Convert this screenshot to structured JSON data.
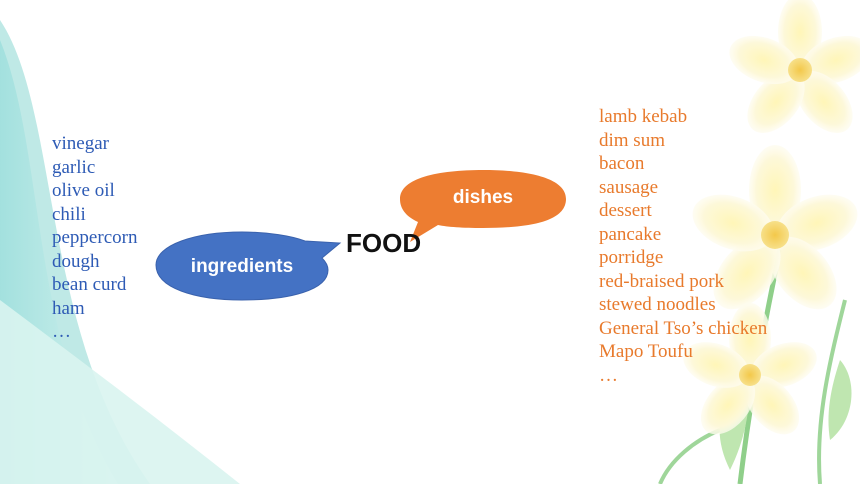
{
  "title": "FOOD",
  "bubbles": {
    "dishes": "dishes",
    "ingredients": "ingredients"
  },
  "ingredients": [
    "vinegar",
    "garlic",
    "olive oil",
    "chili",
    "peppercorn",
    "dough",
    "bean curd",
    "ham",
    "…"
  ],
  "dishes": [
    "lamb kebab",
    "dim sum",
    "bacon",
    "sausage",
    "dessert",
    "pancake",
    "porridge",
    "red-braised pork",
    "stewed noodles",
    "General Tso’s chicken",
    "Mapo Toufu",
    "…"
  ],
  "colors": {
    "ingredients_text": "#2e5bb5",
    "dishes_text": "#e87a2c",
    "dishes_bubble": "#ed7d31",
    "ingredients_bubble": "#4472c4"
  }
}
